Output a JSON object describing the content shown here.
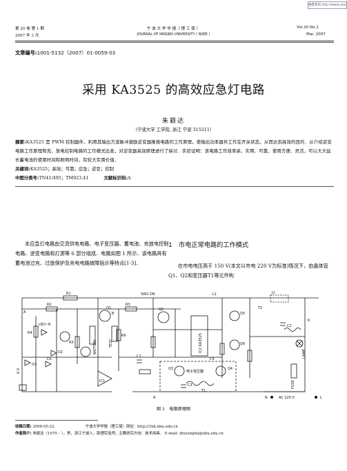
{
  "watermark": "维普资讯 http://www.cqvip.com",
  "header": {
    "issue_cn": "第 20 卷 第 1 期",
    "date_cn": "2007 年 3 月",
    "journal_cn": "宁 波 大 学 学 报（ 理 工 版 ）",
    "journal_en": "JOURNAL OF NINGBO UNIVERSITY ( NSEE )",
    "vol_en": "Vol.20    No.1",
    "date_en": "Mar.    2007"
  },
  "article_number": {
    "label": "文章编号:",
    "value": "1001-5132（2007）01-0059-03"
  },
  "title": "采用 KA3525 的高效应急灯电路",
  "author": "朱颖达",
  "affiliation": "（宁波大学 工学院, 浙江 宁波 315211）",
  "abstract": {
    "label": "摘要:",
    "text": "KA3525 是 PWM 控制器件，利用其输出方波脉冲激励逆变器推挽电路的工作原理，使输出功率器件工作在开关状态，从而达到高效的目的．从介绍逆变电路工作原理和充、放电控制电路的工作模式出发，对逆变器高效原理进行了探讨．实验证明：该电路工作效率高、实用、可靠，使用方便、灵活，可以大大延长蓄电池的使用时间和照明时间，有较大实用价值．"
  },
  "keywords": {
    "label": "关键词:",
    "value": "KA3525；高效；可靠；应急；逆变；控制"
  },
  "classification": {
    "label": "中图分类号:",
    "value": "TN41/495；TM923.41",
    "doc_label": "文献标识码:",
    "doc_value": "A"
  },
  "body_left": "本应急灯电路由交流供电电路、电子变压器、蓄电池、充放电控制电路、逆变电路和灯源等 6 部分组成．电路如图 1 所示．该电路具有蓄电池过充、过放保护及充电电路故障指示等特点[1-3]．",
  "section_heading": "1　市电正常电路的工作模式",
  "body_right": "在市电电压高于 150 V(本文以市电 220 V为标准)情况下，由晶体管Q1、Q2和变压器T1等元件构",
  "circuit_labels": {
    "sw2": "SW2 ON",
    "l1": "L1",
    "led": "LED~R",
    "battery": "BATTERY",
    "test": "TEST",
    "ic1": "IC1",
    "ic2": "IC2 KA3525",
    "fuse": "FUSE",
    "lamp": "LAMP",
    "transformer": "电子变压器",
    "ac": "AC 220 V",
    "n": "N",
    "l": "L",
    "k": "K",
    "a": "A",
    "b": "B",
    "v6": "6 V",
    "r1": "R1",
    "r2": "R2",
    "r3": "R3",
    "r4": "R4",
    "r5": "R5",
    "r6": "R6",
    "q1": "Q1",
    "q2": "Q2",
    "q3": "Q3",
    "q4": "Q4",
    "q5": "Q5",
    "q6": "Q6",
    "c1": "C1",
    "c2": "C2",
    "c3": "C3",
    "c4": "C4",
    "d1": "D1",
    "d2": "D2",
    "d3": "D3",
    "j1": "J1",
    "t1": "T1",
    "t2": "T2"
  },
  "figure_caption": "图 1　电路原理图",
  "footer": {
    "received_label": "收稿日期:",
    "received_value": "2006-05-22.",
    "site": "宁波大学学报（理工版）网址：http://3xb.nbu.edu.cn",
    "author_label": "作者简介:",
    "author_value": "朱颖达（1979 – ），男，浙江宁波人，助理实验师，主要研究方向：技术用具． E-mail: zhuyingda@nbu.edu.cn"
  }
}
